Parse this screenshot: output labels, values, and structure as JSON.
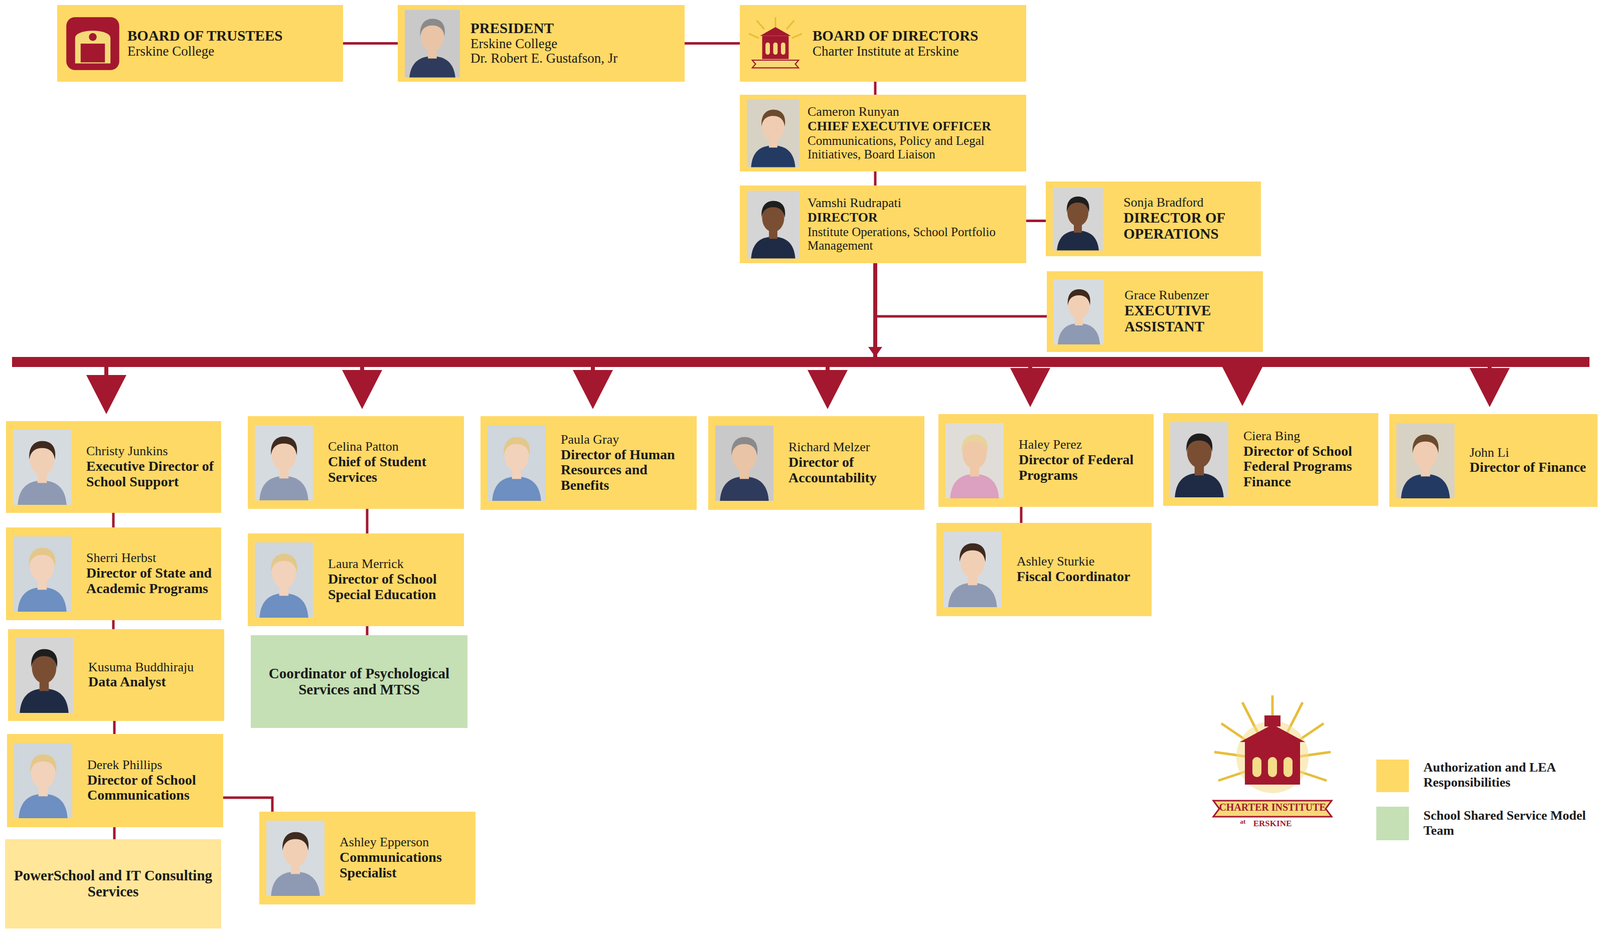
{
  "diagram": {
    "nodes": [
      {
        "text": [
          "BOARD OF TRUSTEES",
          "Erskine College"
        ]
      },
      {
        "text": [
          "PRESIDENT",
          "Erskine College",
          "Dr. Robert E. Gustafson, Jr"
        ]
      },
      {
        "text": [
          "BOARD OF DIRECTORS",
          "Charter Institute at Erskine"
        ]
      },
      {
        "text": [
          "Cameron Runyan",
          "CHIEF EXECUTIVE OFFICER",
          "Communications, Policy and Legal Initiatives, Board Liaison"
        ]
      },
      {
        "text": [
          "Vamshi Rudrapati",
          "DIRECTOR",
          "Institute Operations, School Portfolio Management"
        ]
      },
      {
        "text": [
          "Sonja Bradford",
          "DIRECTOR OF OPERATIONS"
        ]
      },
      {
        "text": [
          "Grace Rubenzer",
          "EXECUTIVE ASSISTANT"
        ]
      },
      {
        "text": [
          "Christy Junkins",
          "Executive Director of School Support"
        ]
      },
      {
        "text": [
          "Sherri Herbst",
          "Director of State and Academic Programs"
        ]
      },
      {
        "text": [
          "Kusuma Buddhiraju",
          "Data Analyst"
        ]
      },
      {
        "text": [
          "Derek Phillips",
          "Director of School Communications"
        ]
      },
      {
        "text": [
          "PowerSchool and IT Consulting Services"
        ]
      },
      {
        "text": [
          "Ashley Epperson",
          "Communications Specialist"
        ]
      },
      {
        "text": [
          "Celina Patton",
          "Chief of Student Services"
        ]
      },
      {
        "text": [
          "Laura Merrick",
          "Director of School Special Education"
        ]
      },
      {
        "text": [
          "Coordinator of Psychological Services and MTSS"
        ]
      },
      {
        "text": [
          "Paula Gray",
          "Director of Human Resources and Benefits"
        ]
      },
      {
        "text": [
          "Richard Melzer",
          "Director of Accountability"
        ]
      },
      {
        "text": [
          "Haley Perez",
          "Director of Federal Programs"
        ]
      },
      {
        "text": [
          "Ashley Sturkie",
          "Fiscal Coordinator"
        ]
      },
      {
        "text": [
          "Ciera Bing",
          "Director of School Federal Programs Finance"
        ]
      },
      {
        "text": [
          "John Li",
          "Director of Finance"
        ]
      }
    ],
    "edges": [
      {
        "from": 0,
        "to": 1,
        "arrow": "none"
      },
      {
        "from": 1,
        "to": 2,
        "arrow": "none"
      },
      {
        "from": 2,
        "to": 3,
        "arrow": "none"
      },
      {
        "from": 3,
        "to": 4,
        "arrow": "none"
      },
      {
        "from": 4,
        "to": 5,
        "arrow": "none"
      },
      {
        "from": 4,
        "to": 6,
        "arrow": "none"
      },
      {
        "from": 4,
        "to": 7,
        "arrow": "to"
      },
      {
        "from": 4,
        "to": 13,
        "arrow": "to"
      },
      {
        "from": 4,
        "to": 16,
        "arrow": "to"
      },
      {
        "from": 4,
        "to": 17,
        "arrow": "to"
      },
      {
        "from": 4,
        "to": 18,
        "arrow": "to"
      },
      {
        "from": 4,
        "to": 20,
        "arrow": "to"
      },
      {
        "from": 4,
        "to": 21,
        "arrow": "to"
      },
      {
        "from": 7,
        "to": 8,
        "arrow": "none"
      },
      {
        "from": 8,
        "to": 9,
        "arrow": "none"
      },
      {
        "from": 9,
        "to": 10,
        "arrow": "none"
      },
      {
        "from": 10,
        "to": 11,
        "arrow": "none"
      },
      {
        "from": 10,
        "to": 12,
        "arrow": "none"
      },
      {
        "from": 13,
        "to": 14,
        "arrow": "none"
      },
      {
        "from": 14,
        "to": 15,
        "arrow": "none"
      },
      {
        "from": 18,
        "to": 19,
        "arrow": "none"
      }
    ],
    "labels": [
      "CHARTER INSTITUTE",
      "at",
      "ERSKINE"
    ],
    "legend": [
      {
        "text": "Authorization and LEA Responsibilities",
        "color": "#FFD966"
      },
      {
        "text": "School Shared Service Model Team",
        "color": "#C5E0B4"
      }
    ]
  }
}
